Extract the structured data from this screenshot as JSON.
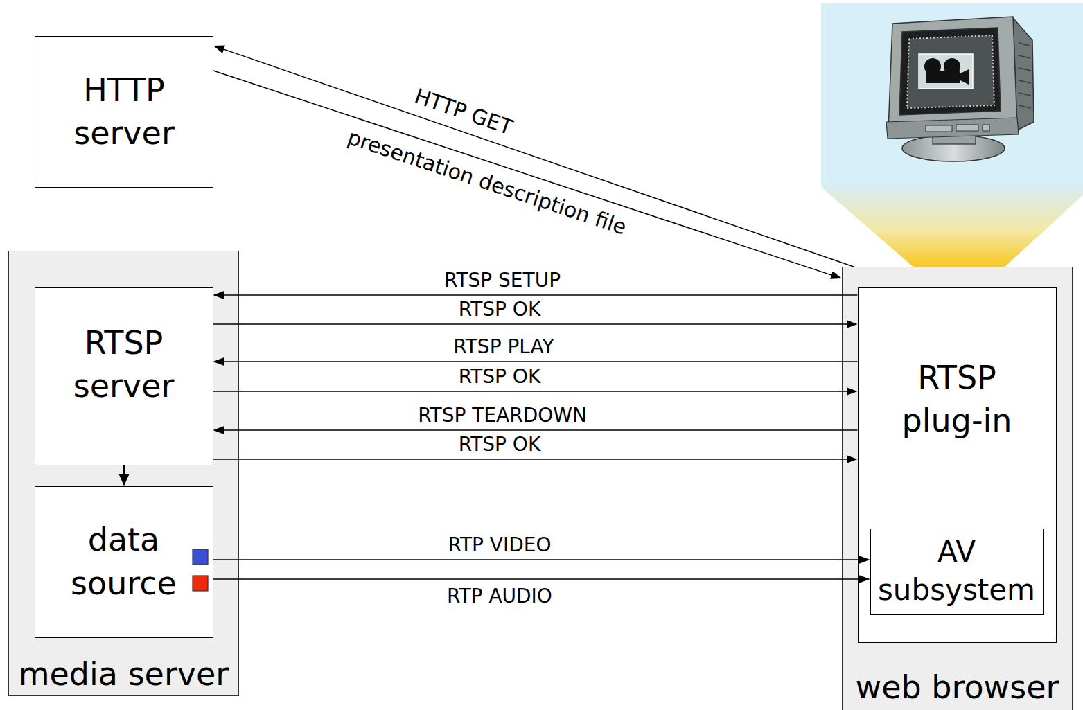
{
  "diagram": {
    "nodes": [
      {
        "text": [
          "HTTP server"
        ]
      },
      {
        "text": [
          "media server"
        ]
      },
      {
        "text": [
          "RTSP server"
        ],
        "in": 1
      },
      {
        "text": [
          "data source"
        ],
        "in": 1
      },
      {
        "text": [
          "web browser"
        ]
      },
      {
        "text": [
          "RTSP plug-in"
        ],
        "in": 4
      },
      {
        "text": [
          "AV subsystem"
        ],
        "in": 5
      }
    ],
    "edges": [
      {
        "from": 4,
        "to": 0,
        "label": "HTTP GET",
        "arrow": "to"
      },
      {
        "from": 0,
        "to": 4,
        "label": "presentation description file",
        "arrow": "to"
      },
      {
        "from": 5,
        "to": 2,
        "label": "RTSP SETUP",
        "arrow": "to"
      },
      {
        "from": 2,
        "to": 5,
        "label": "RTSP OK",
        "arrow": "to"
      },
      {
        "from": 5,
        "to": 2,
        "label": "RTSP PLAY",
        "arrow": "to"
      },
      {
        "from": 2,
        "to": 5,
        "label": "RTSP OK",
        "arrow": "to"
      },
      {
        "from": 5,
        "to": 2,
        "label": "RTSP TEARDOWN",
        "arrow": "to"
      },
      {
        "from": 2,
        "to": 5,
        "label": "RTSP OK",
        "arrow": "to"
      },
      {
        "from": 2,
        "to": 3,
        "arrow": "to"
      },
      {
        "from": 3,
        "to": 6,
        "label": "RTP VIDEO",
        "arrow": "to"
      },
      {
        "from": 3,
        "to": 6,
        "label": "RTP AUDIO",
        "arrow": "to"
      }
    ]
  }
}
